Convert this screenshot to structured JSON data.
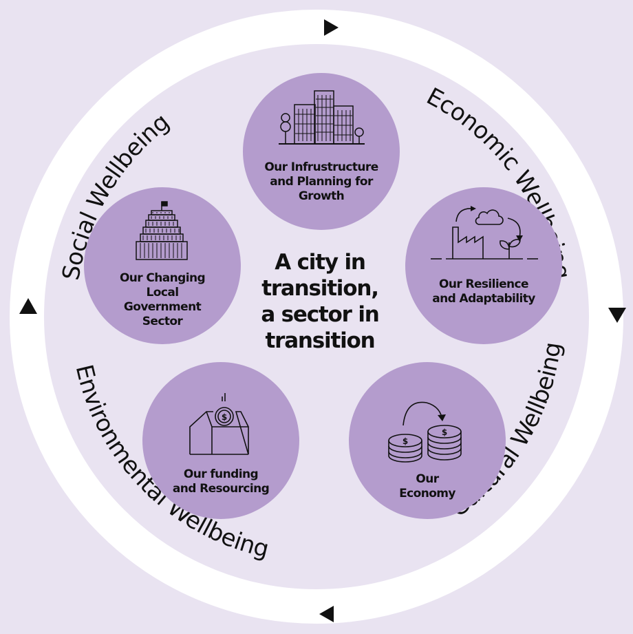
{
  "center": {
    "lines": [
      "A city in",
      "transition,",
      "a sector in",
      "transition"
    ]
  },
  "ring": {
    "labels": {
      "economic": "Economic Wellbeing",
      "cultural": "Cultural Wellbeing",
      "environmental": "Environmental Wellbeing",
      "social": "Social Wellbeing"
    }
  },
  "bubbles": {
    "infrastructure": {
      "lines": [
        "Our Infrustructure",
        "and Planning for",
        "Growth"
      ],
      "icon": "city-buildings-icon"
    },
    "resilience": {
      "lines": [
        "Our Resilience",
        "and Adaptability"
      ],
      "icon": "factory-cloud-plant-icon"
    },
    "economy": {
      "lines": [
        "Our",
        "Economy"
      ],
      "icon": "coin-stacks-icon"
    },
    "funding": {
      "lines": [
        "Our funding",
        "and Resourcing"
      ],
      "icon": "money-box-icon"
    },
    "government": {
      "lines": [
        "Our Changing",
        "Local",
        "Government",
        "Sector"
      ],
      "icon": "beehive-building-icon"
    }
  },
  "colors": {
    "background": "#e9e3f1",
    "ring": "#ffffff",
    "bubble": "#b49ccd",
    "text": "#111111"
  }
}
